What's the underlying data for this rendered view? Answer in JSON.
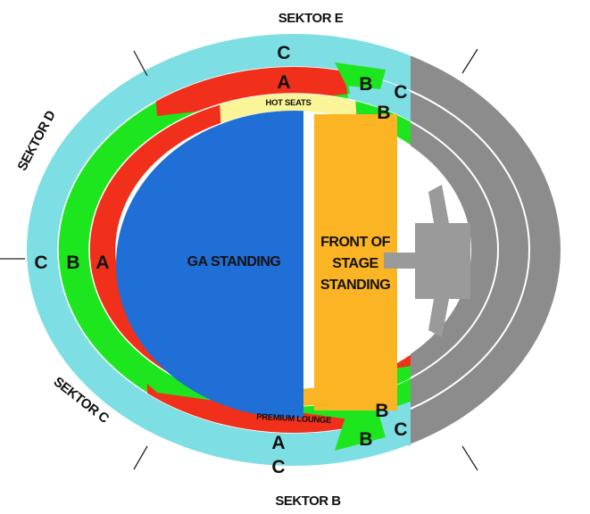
{
  "sectors": {
    "e": "SEKTOR E",
    "d": "SEKTOR D",
    "c": "SEKTOR C",
    "b": "SEKTOR B"
  },
  "categories": {
    "a": "A",
    "b": "B",
    "c": "C"
  },
  "areas": {
    "ga": "GA STANDING",
    "fos": [
      "FRONT OF",
      "STAGE",
      "STANDING"
    ],
    "hot_seats": "HOT SEATS",
    "premium_lounge": "PREMIUM LOUNGE"
  },
  "colors": {
    "cat_c": "#7ddfe3",
    "cat_b": "#1ee61e",
    "cat_a": "#f0301a",
    "hot_seats": "#fbf59a",
    "premium_lounge": "#fbb424",
    "ga_standing": "#1f6fd6",
    "front_of_stage": "#fbb424",
    "stage": "#9a9a9a",
    "closed": "#8c8c8c"
  }
}
